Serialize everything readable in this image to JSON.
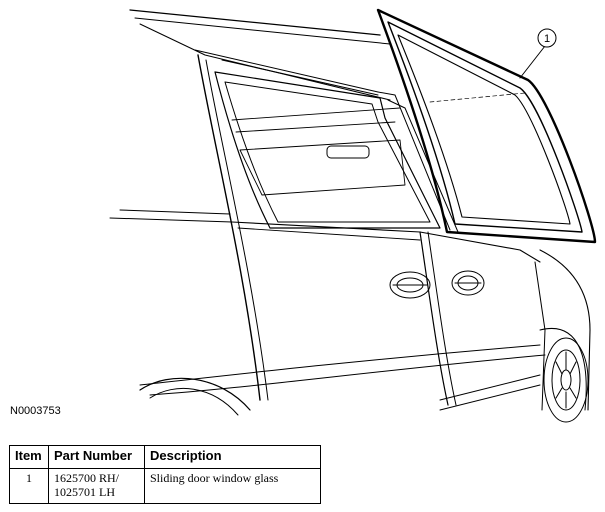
{
  "figure": {
    "id": "N0003753",
    "callouts": [
      {
        "label": "1"
      }
    ]
  },
  "table": {
    "headers": [
      "Item",
      "Part Number",
      "Description"
    ],
    "rows": [
      {
        "item": "1",
        "part_number_lines": [
          "1625700 RH/",
          "1025701 LH"
        ],
        "description": "Sliding door window glass"
      }
    ]
  }
}
